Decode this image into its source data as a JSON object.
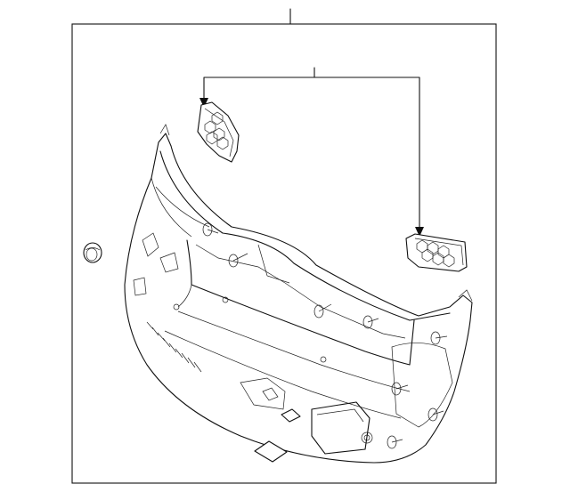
{
  "diagram": {
    "type": "exploded-parts-diagram",
    "parts": [
      {
        "id": "trim-panel",
        "kind": "liftgate-trim-panel"
      },
      {
        "id": "clip-left",
        "kind": "mounting-clip"
      },
      {
        "id": "bracket-upper-left",
        "kind": "grille-bracket"
      },
      {
        "id": "bracket-right",
        "kind": "grille-bracket"
      },
      {
        "id": "pad-lower",
        "kind": "adhesive-pad"
      }
    ]
  }
}
